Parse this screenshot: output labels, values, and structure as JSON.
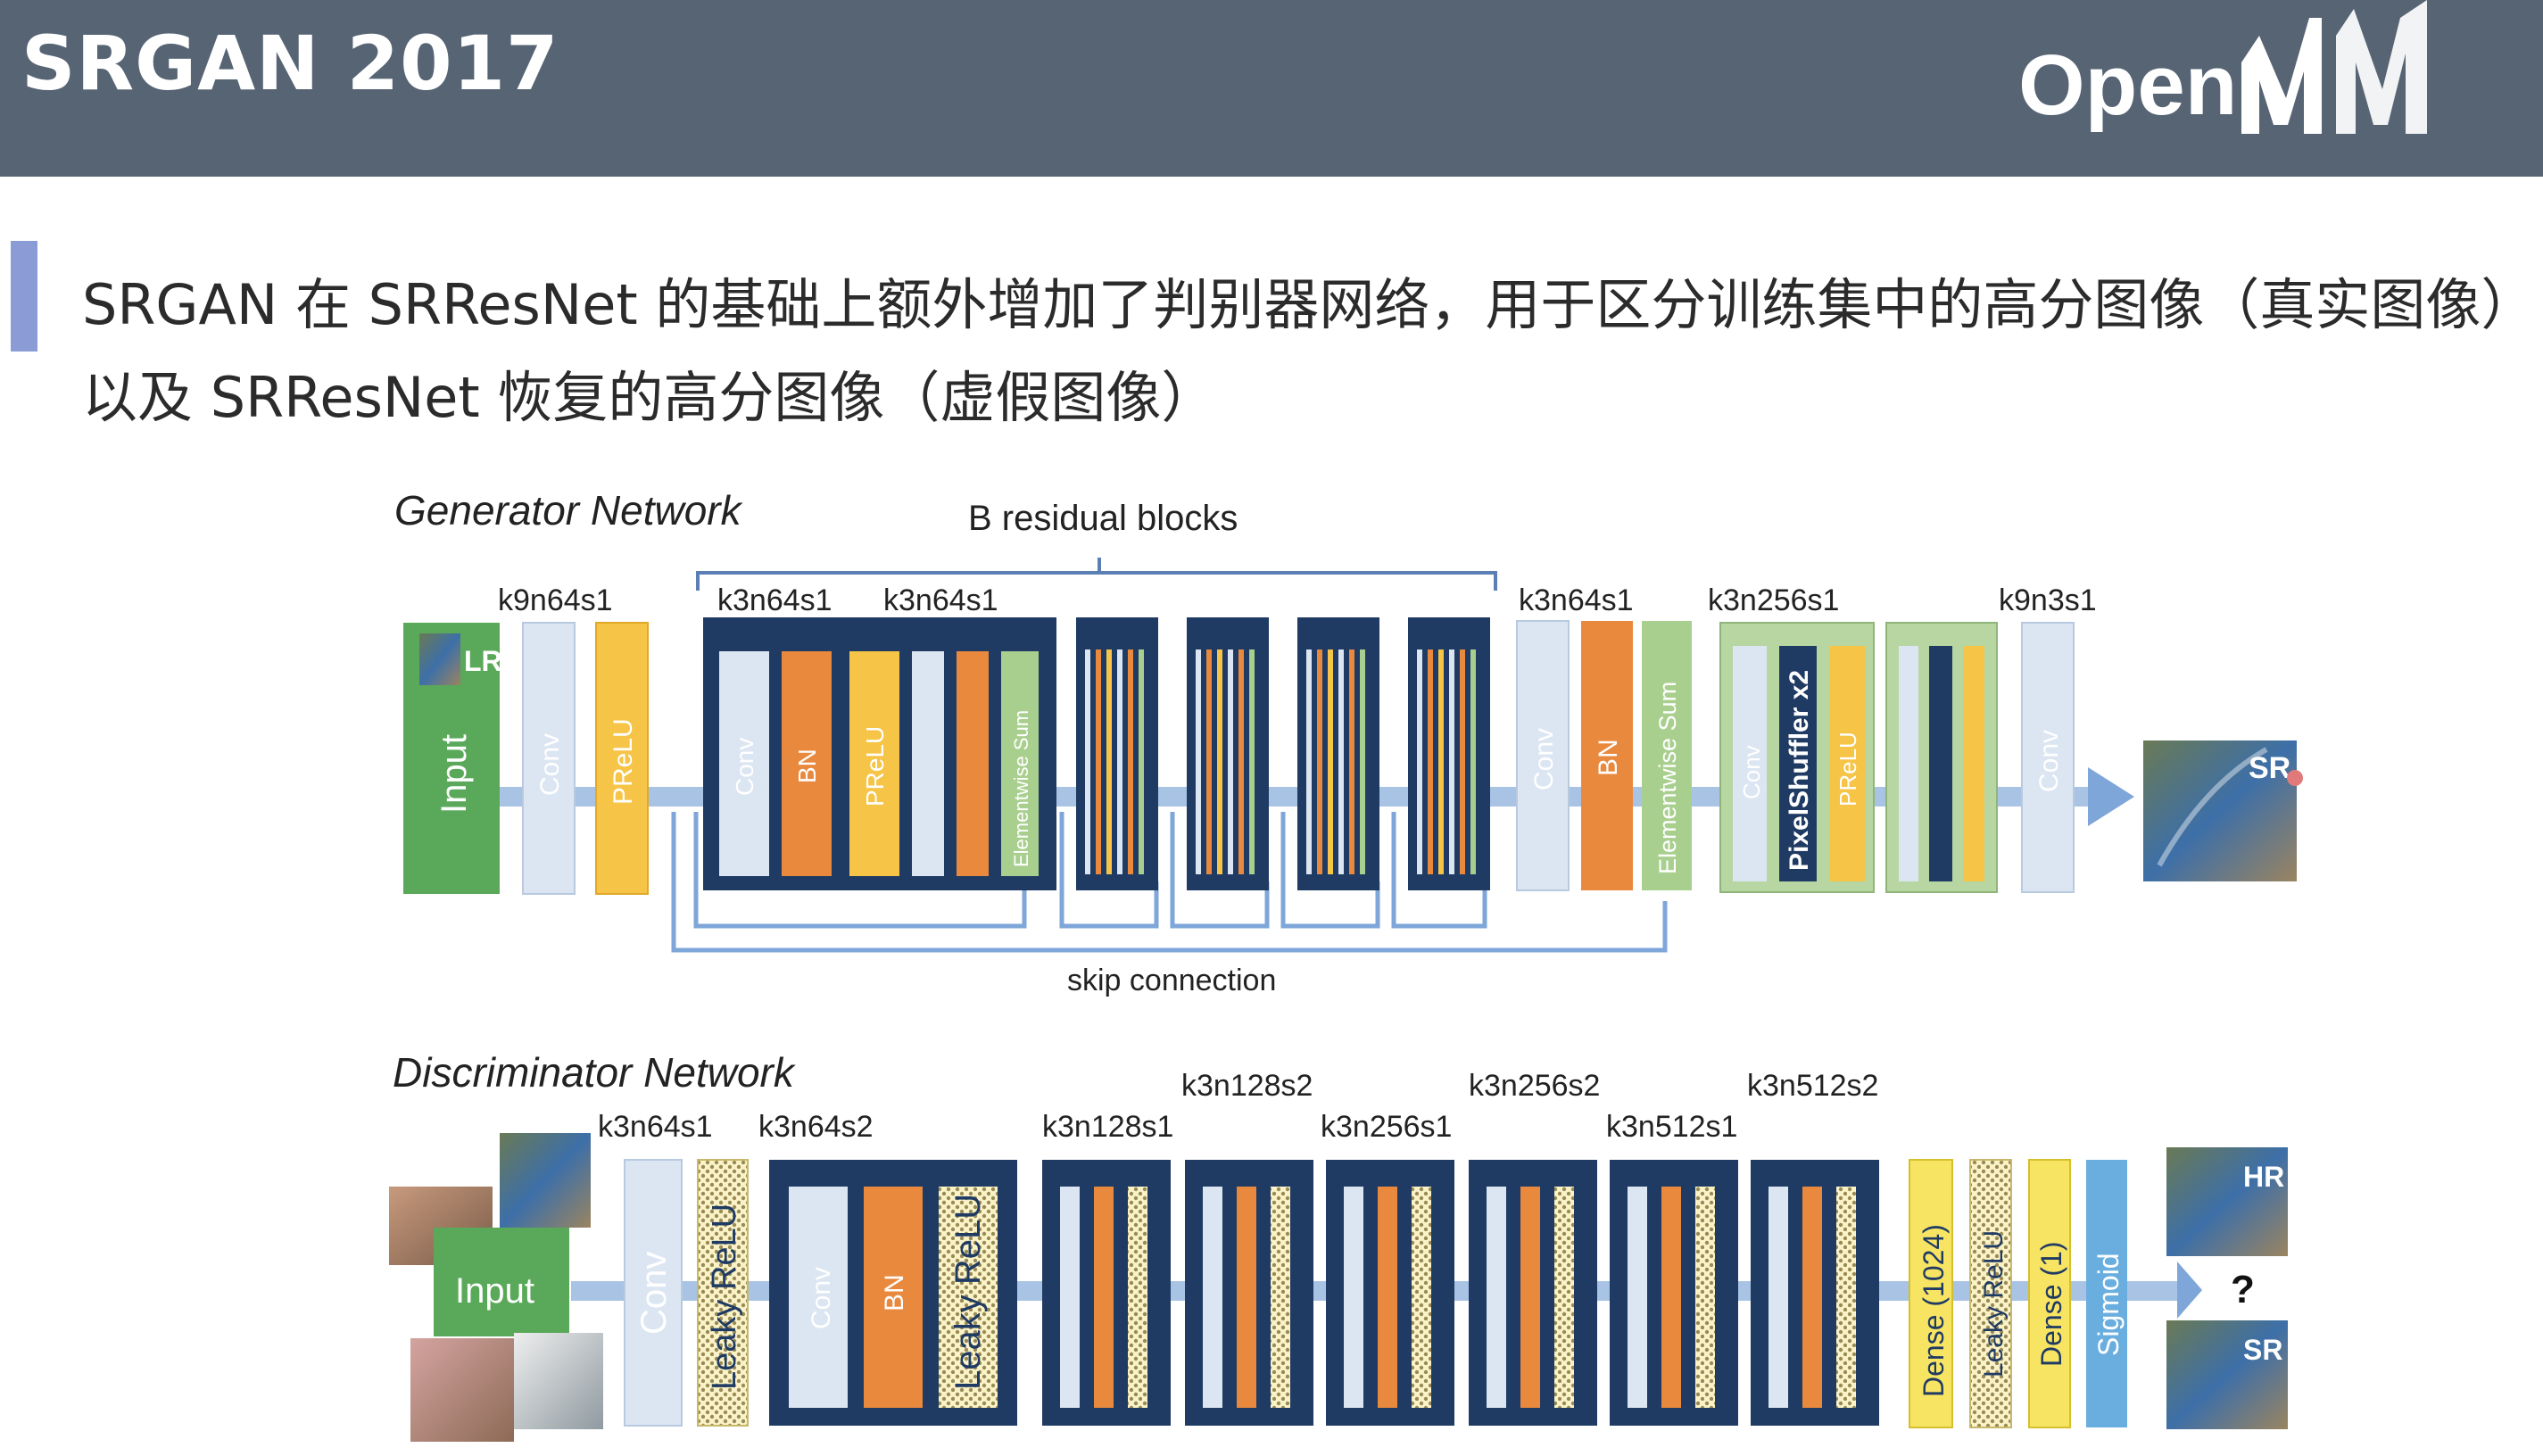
{
  "slide": {
    "title": "SRGAN 2017",
    "logo_text": "OpenMM",
    "description": "SRGAN 在 SRResNet 的基础上额外增加了判别器网络，用于区分训练集中的高分图像（真实图像）以及 SRResNet 恢复的高分图像（虚假图像）"
  },
  "colors": {
    "header": "#566474",
    "conv": "#dce6f2",
    "prelu": "#f6c446",
    "bn": "#e8893e",
    "input": "#5aa95a",
    "residual": "#1f3b63",
    "elementwise": "#a9cf8e",
    "sigmoid": "#6aaee0",
    "dense": "#f8e463"
  },
  "generator": {
    "title": "Generator Network",
    "residual_label": "B residual blocks",
    "skip_label": "skip connection",
    "kernel_labels": [
      "k9n64s1",
      "k3n64s1",
      "k3n64s1",
      "k3n64s1",
      "k3n256s1",
      "k9n3s1"
    ],
    "layers": {
      "input": "Input",
      "input_image_label": "LR",
      "conv": "Conv",
      "prelu": "PReLU",
      "bn": "BN",
      "elementwise_sum": "Elementwise Sum",
      "pixel_shuffler": "PixelShuffler x2",
      "output_image_label": "SR"
    }
  },
  "discriminator": {
    "title": "Discriminator Network",
    "kernel_labels_low": [
      "k3n64s1",
      "k3n64s2",
      "k3n128s1",
      "k3n256s1",
      "k3n512s1"
    ],
    "kernel_labels_high": [
      "k3n128s2",
      "k3n256s2",
      "k3n512s2"
    ],
    "layers": {
      "input": "Input",
      "conv": "Conv",
      "leaky_relu": "Leaky ReLU",
      "bn": "BN",
      "dense_1024": "Dense (1024)",
      "dense_1": "Dense (1)",
      "sigmoid": "Sigmoid"
    },
    "outputs": {
      "hr_label": "HR",
      "sr_label": "SR",
      "question": "?"
    }
  }
}
